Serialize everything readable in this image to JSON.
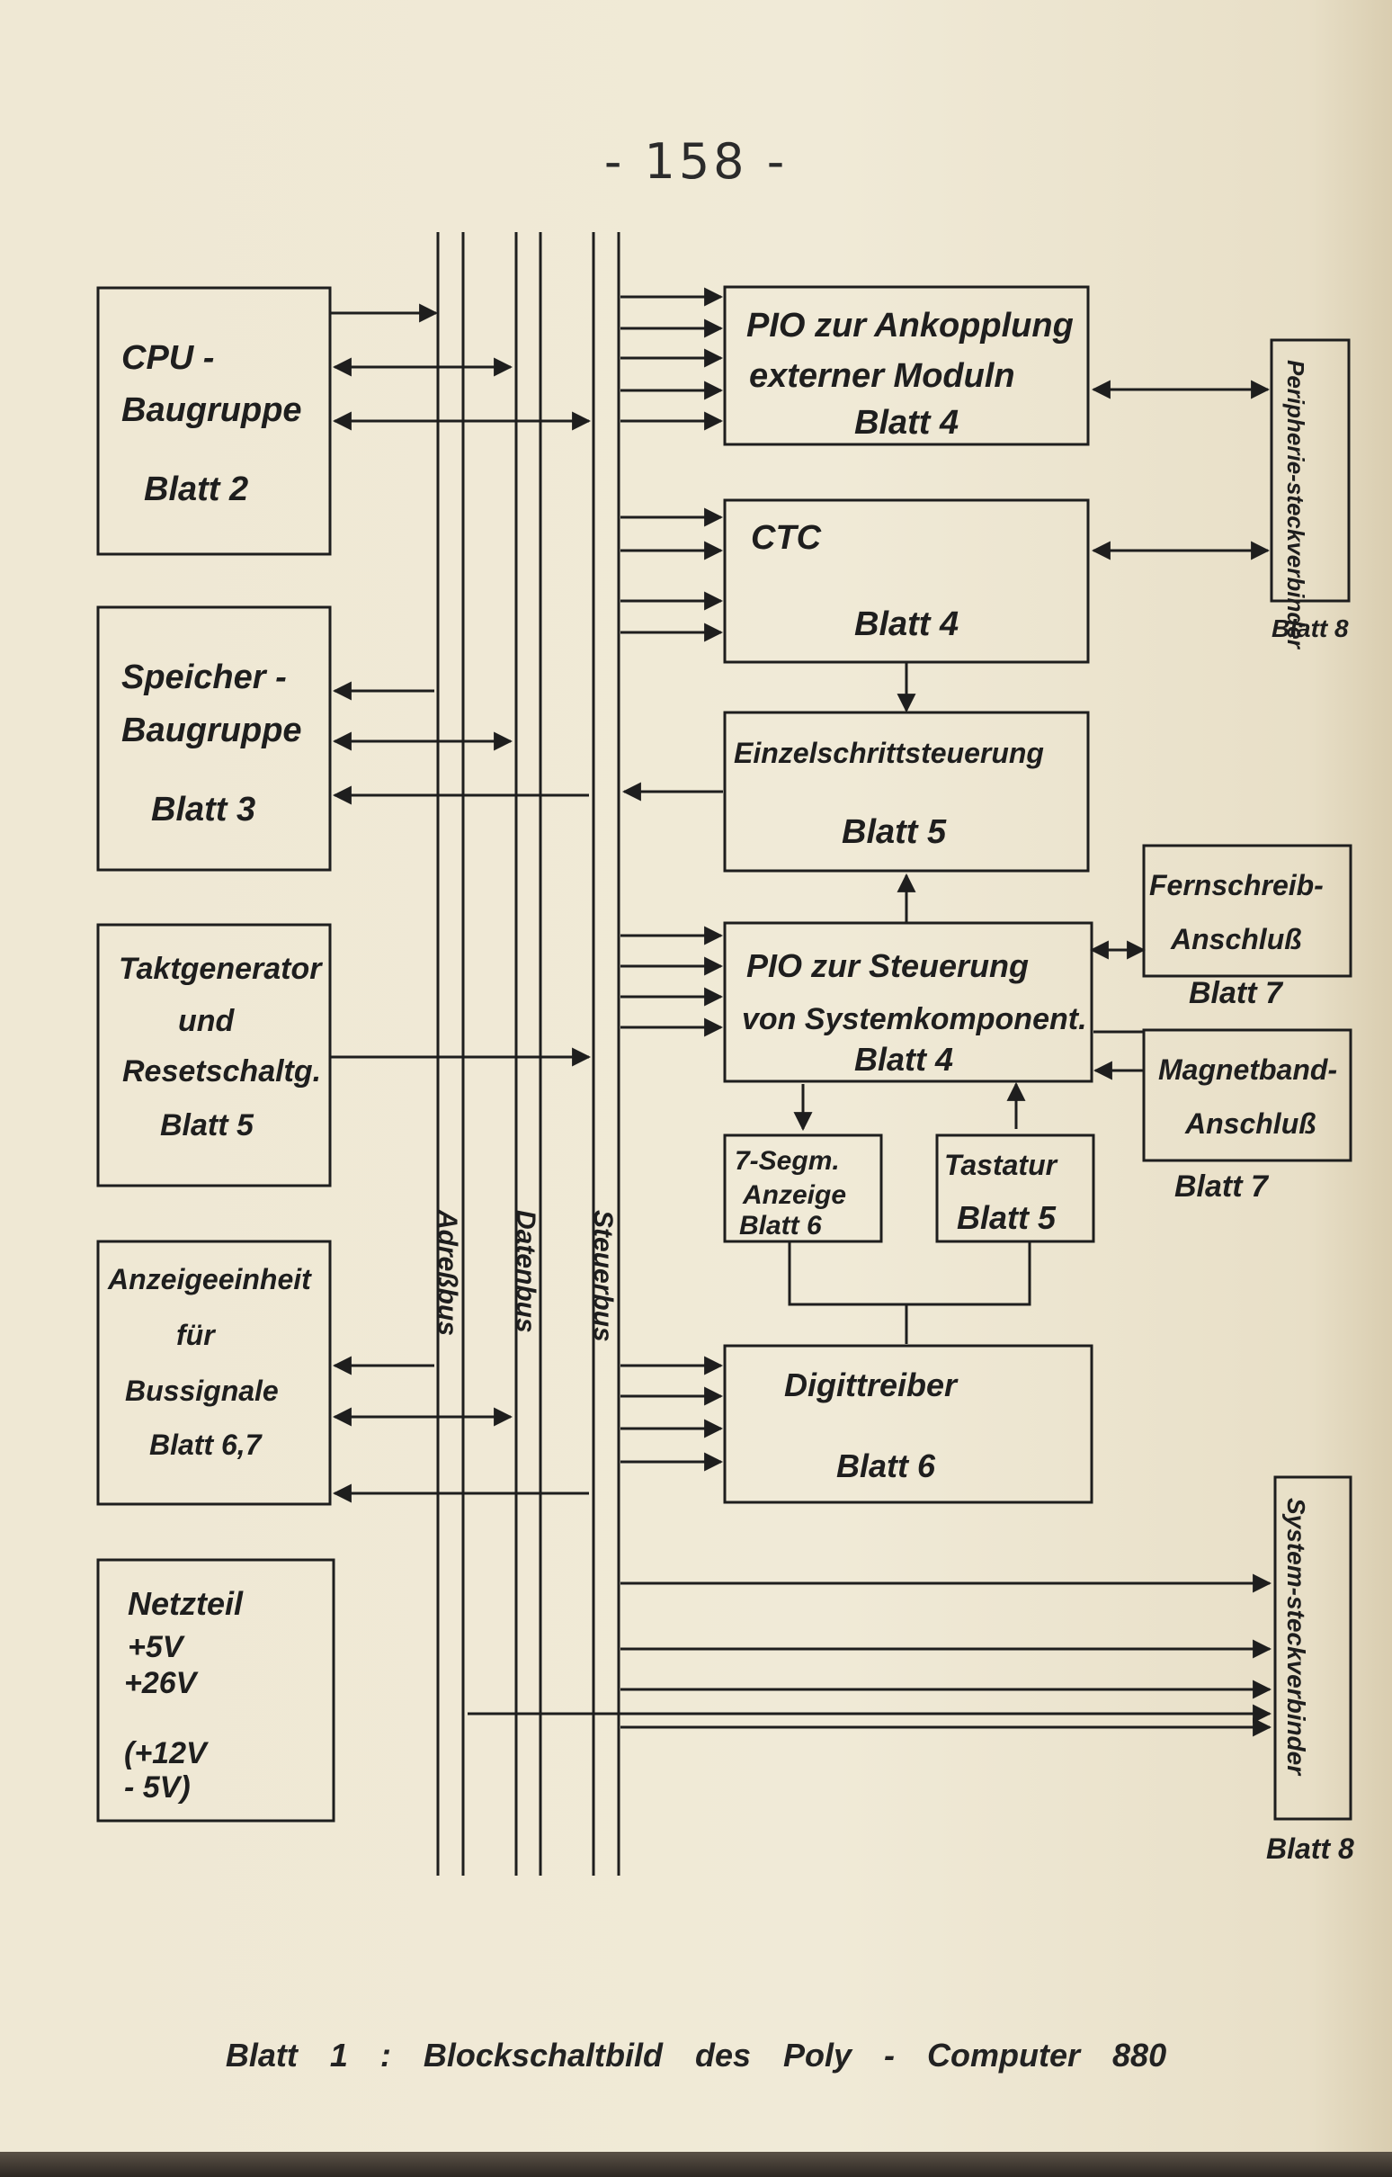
{
  "page_number": "- 158 -",
  "caption": "Blatt 1 : Blockschaltbild des Poly - Computer 880",
  "buses": {
    "address": "Adreßbus",
    "data": "Datenbus",
    "control": "Steuerbus"
  },
  "blocks": {
    "cpu": [
      "CPU -",
      "Baugruppe",
      "Blatt 2"
    ],
    "memory": [
      "Speicher -",
      "Baugruppe",
      "Blatt 3"
    ],
    "clock": [
      "Taktgenerator",
      "und",
      "Resetschaltg.",
      "Blatt 5"
    ],
    "display_unit": [
      "Anzeigeeinheit",
      "für",
      "Bussignale",
      "Blatt 6,7"
    ],
    "power": [
      "Netzteil",
      "+5V",
      "+26V",
      "(+12V",
      " - 5V)"
    ],
    "pio_ext": [
      "PIO zur Ankopplung",
      "externer Moduln",
      "Blatt 4"
    ],
    "ctc": [
      "CTC",
      "Blatt 4"
    ],
    "single_step": [
      "Einzelschrittsteuerung",
      "Blatt 5"
    ],
    "pio_sys": [
      "PIO zur Steuerung",
      "von Systemkomponent.",
      "Blatt 4"
    ],
    "seg7": [
      "7-Segm.",
      "Anzeige",
      "Blatt 6"
    ],
    "keyboard": [
      "Tastatur",
      "Blatt 5"
    ],
    "digit_driver": [
      "Digittreiber",
      "Blatt 6"
    ],
    "teletype": [
      "Fernschreib-",
      "Anschluß"
    ],
    "teletype_sheet": "Blatt 7",
    "tape": [
      "Magnetband-",
      "Anschluß"
    ],
    "tape_sheet": "Blatt 7",
    "peripheral_conn": "Peripherie-steckverbinder",
    "peripheral_sheet": "Blatt 8",
    "system_conn": "System-steckverbinder",
    "system_sheet": "Blatt 8"
  }
}
